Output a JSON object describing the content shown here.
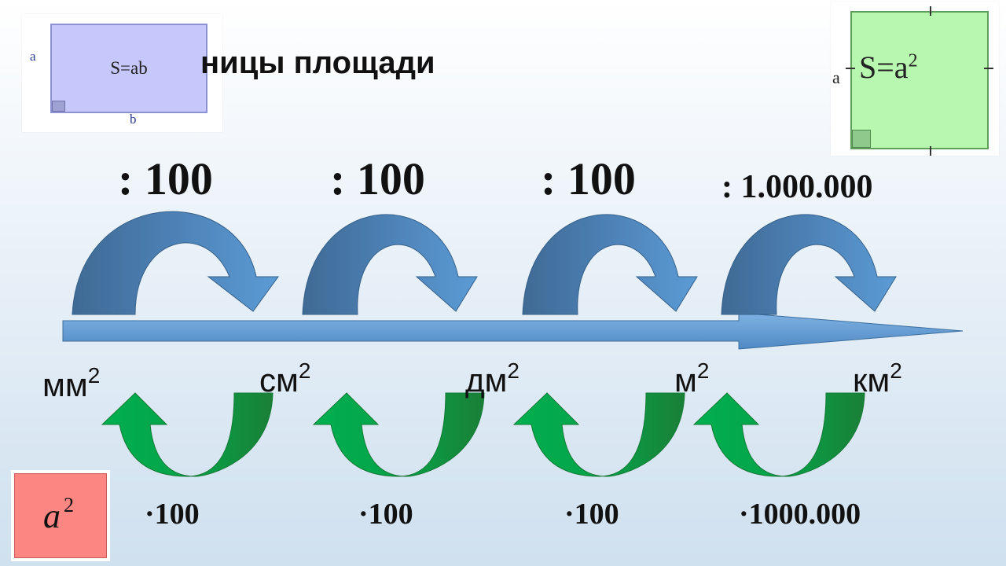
{
  "title": "ницы площади",
  "rect_card": {
    "formula": "S=ab",
    "side_a": "a",
    "side_b": "b"
  },
  "square_card": {
    "formula_base": "S=a",
    "formula_exp": "2",
    "side_a": "a"
  },
  "a2_card": {
    "base": "a",
    "exp": "2"
  },
  "units": [
    {
      "base": "мм",
      "exp": "2"
    },
    {
      "base": "см",
      "exp": "2"
    },
    {
      "base": "дм",
      "exp": "2"
    },
    {
      "base": "м",
      "exp": "2"
    },
    {
      "base": "км",
      "exp": "2"
    }
  ],
  "divide_labels": [
    ": 100",
    ": 100",
    ": 100",
    ": 1.000.000"
  ],
  "multiply_labels": [
    "·100",
    "·100",
    "·100",
    "·1000.000"
  ],
  "colors": {
    "blue_dark": "#426d98",
    "blue_light": "#5b9bd5",
    "green_dark": "#1b8a3b",
    "green_light": "#00b050"
  }
}
